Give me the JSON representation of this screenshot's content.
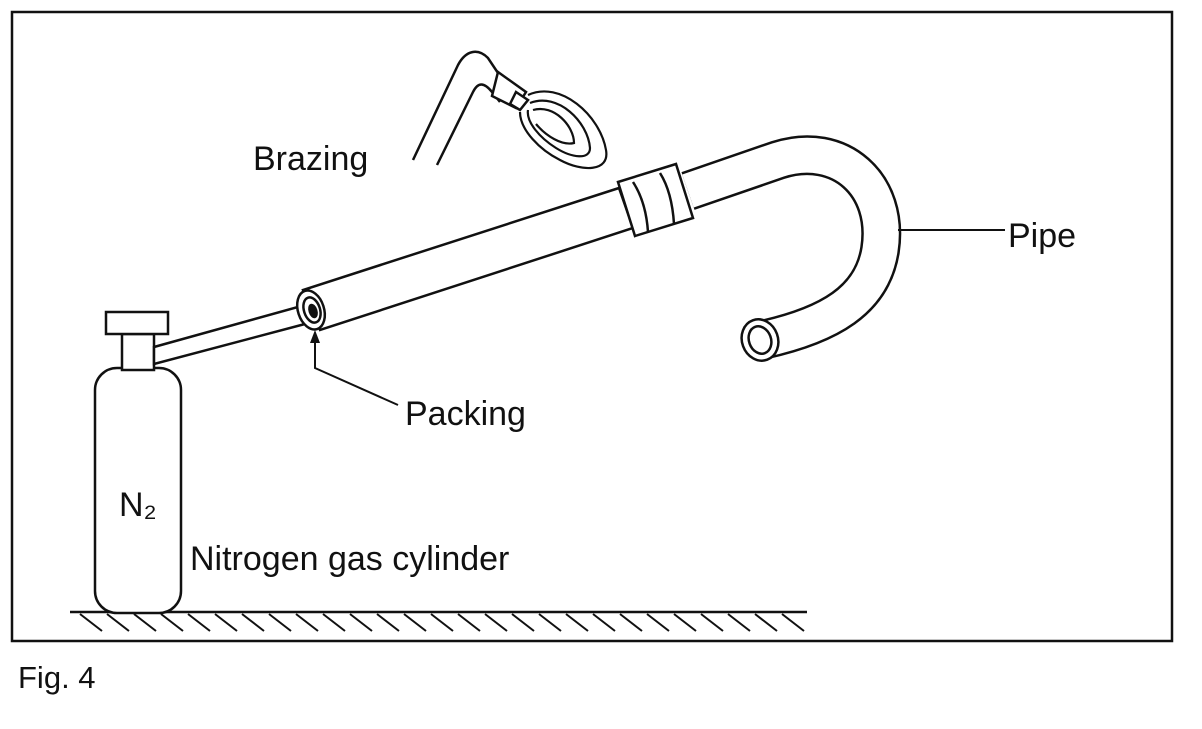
{
  "labels": {
    "brazing": "Brazing",
    "pipe": "Pipe",
    "packing": "Packing",
    "cylinder_mark": "N₂",
    "cylinder": "Nitrogen gas cylinder"
  },
  "caption": "Fig. 4"
}
